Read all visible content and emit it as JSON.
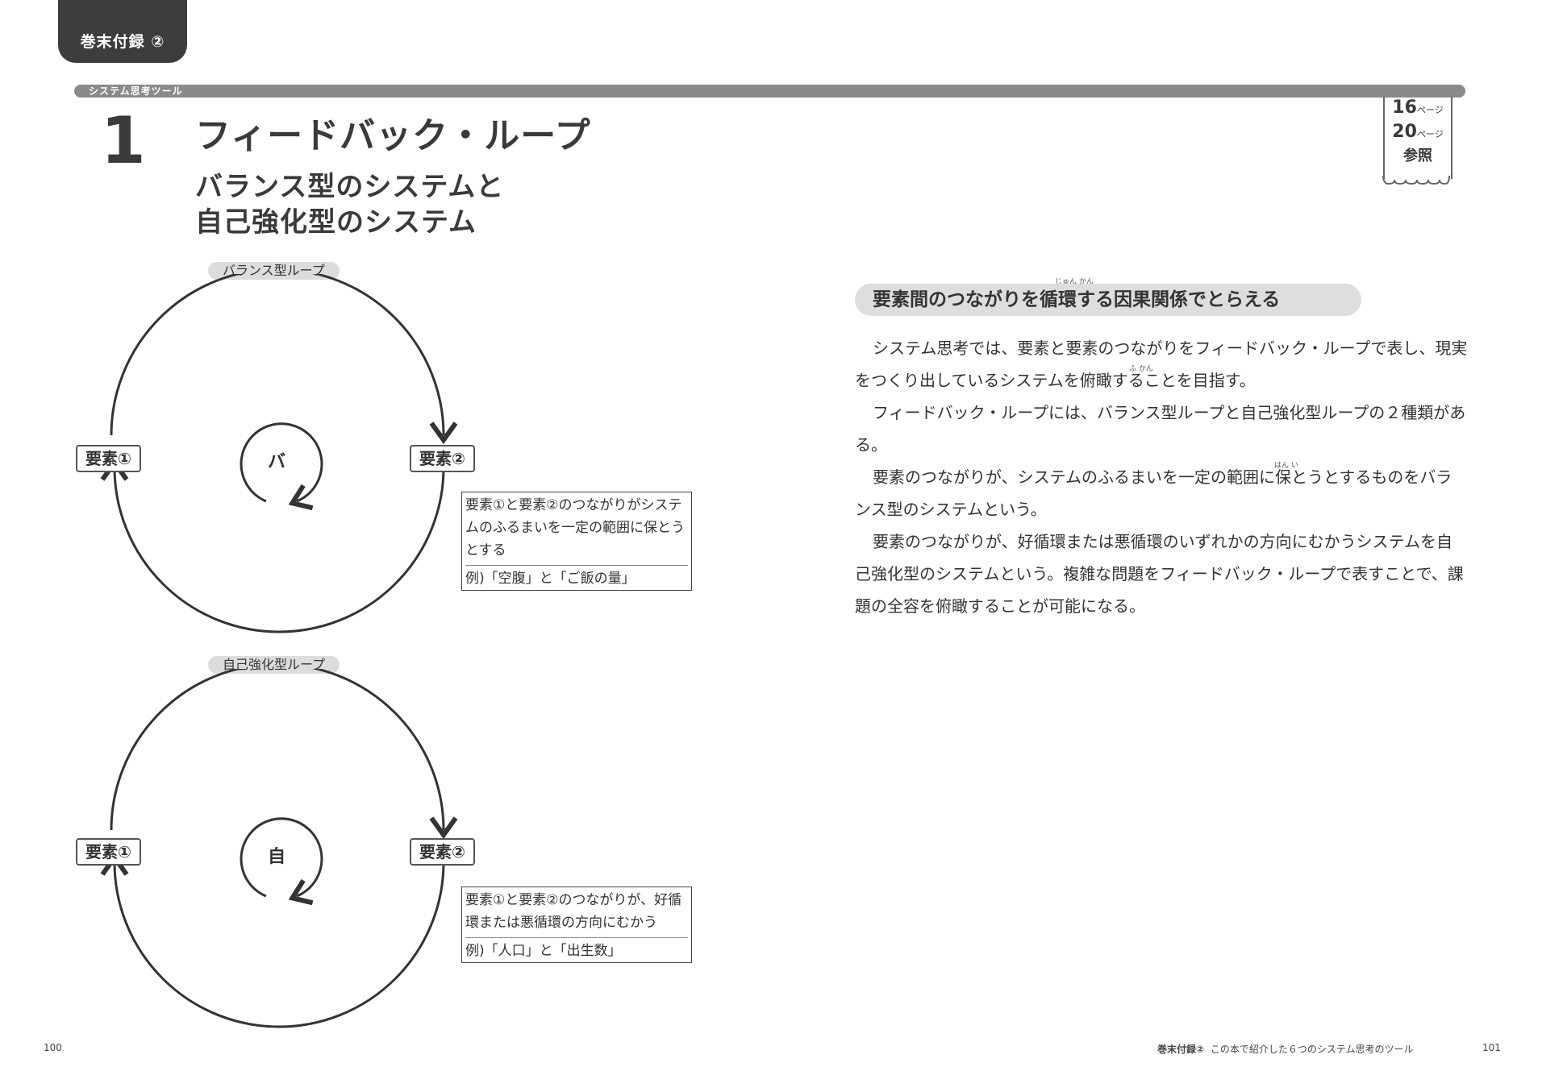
{
  "header": {
    "tab_label": "巻末付録 ②",
    "section_bar_label": "システム思考ツール"
  },
  "chapter": {
    "number": "1",
    "title": "フィードバック・ループ",
    "subtitle": "バランス型のシステムと\n自己強化型のシステム"
  },
  "reference_badge": {
    "line1_num": "16",
    "line1_unit": "ページ",
    "line2_num": "20",
    "line2_unit": "ページ",
    "line3": "参照"
  },
  "balance_loop": {
    "label": "バランス型ループ",
    "element_left": "要素①",
    "element_right": "要素②",
    "center_char": "バ",
    "description": "要素①と要素②のつながりがシステムのふるまいを一定の範囲に保とうとする",
    "example": "例)「空腹」と「ご飯の量」"
  },
  "reinforcing_loop": {
    "label": "自己強化型ループ",
    "element_left": "要素①",
    "element_right": "要素②",
    "center_char": "自",
    "description": "要素①と要素②のつながりが、好循環または悪循環の方向にむかう",
    "example": "例)「人口」と「出生数」"
  },
  "section": {
    "heading": "要素間のつながりを循環する因果関係でとらえる",
    "ruby_heading": "じゅん かん",
    "ruby_fukan": "ふ かん",
    "ruby_hani": "はん い",
    "paragraphs": [
      "システム思考では、要素と要素のつながりをフィードバック・ループで表し、現実をつくり出しているシステムを俯瞰することを目指す。",
      "フィードバック・ループには、バランス型ループと自己強化型ループの２種類がある。",
      "要素のつながりが、システムのふるまいを一定の範囲に保とうとするものをバランス型のシステムという。",
      "要素のつながりが、好循環または悪循環のいずれかの方向にむかうシステムを自己強化型のシステムという。複雑な問題をフィードバック・ループで表すことで、課題の全容を俯瞰することが可能になる。"
    ]
  },
  "footer": {
    "left_page": "100",
    "right_title_bold": "巻末付録②",
    "right_title": "この本で紹介した６つのシステム思考のツール",
    "right_page": "101"
  }
}
